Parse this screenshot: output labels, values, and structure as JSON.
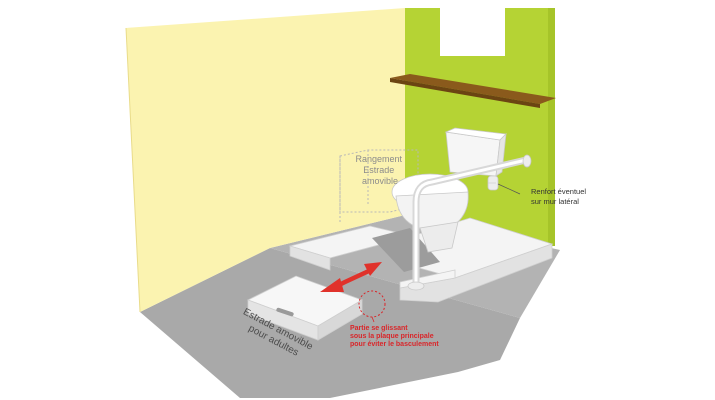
{
  "labels": {
    "storage_line1": "Rangement",
    "storage_line2": "Estrade",
    "storage_line3": "amovible",
    "reinforcement_line1": "Renfort éventuel",
    "reinforcement_line2": "sur mur latéral",
    "removable_line1": "Estrade amovible",
    "removable_line2": "pour adultes",
    "slide_line1": "Partie se glissant",
    "slide_line2": "sous la plaque principale",
    "slide_line3": "pour éviter le basculement"
  },
  "colors": {
    "left_wall": "#fbf3b0",
    "right_wall": "#b5d334",
    "floor": "#a9a9a9",
    "shelf": "#8a5a1c",
    "arrow": "#e0322b",
    "note_text": "#d9262a"
  }
}
